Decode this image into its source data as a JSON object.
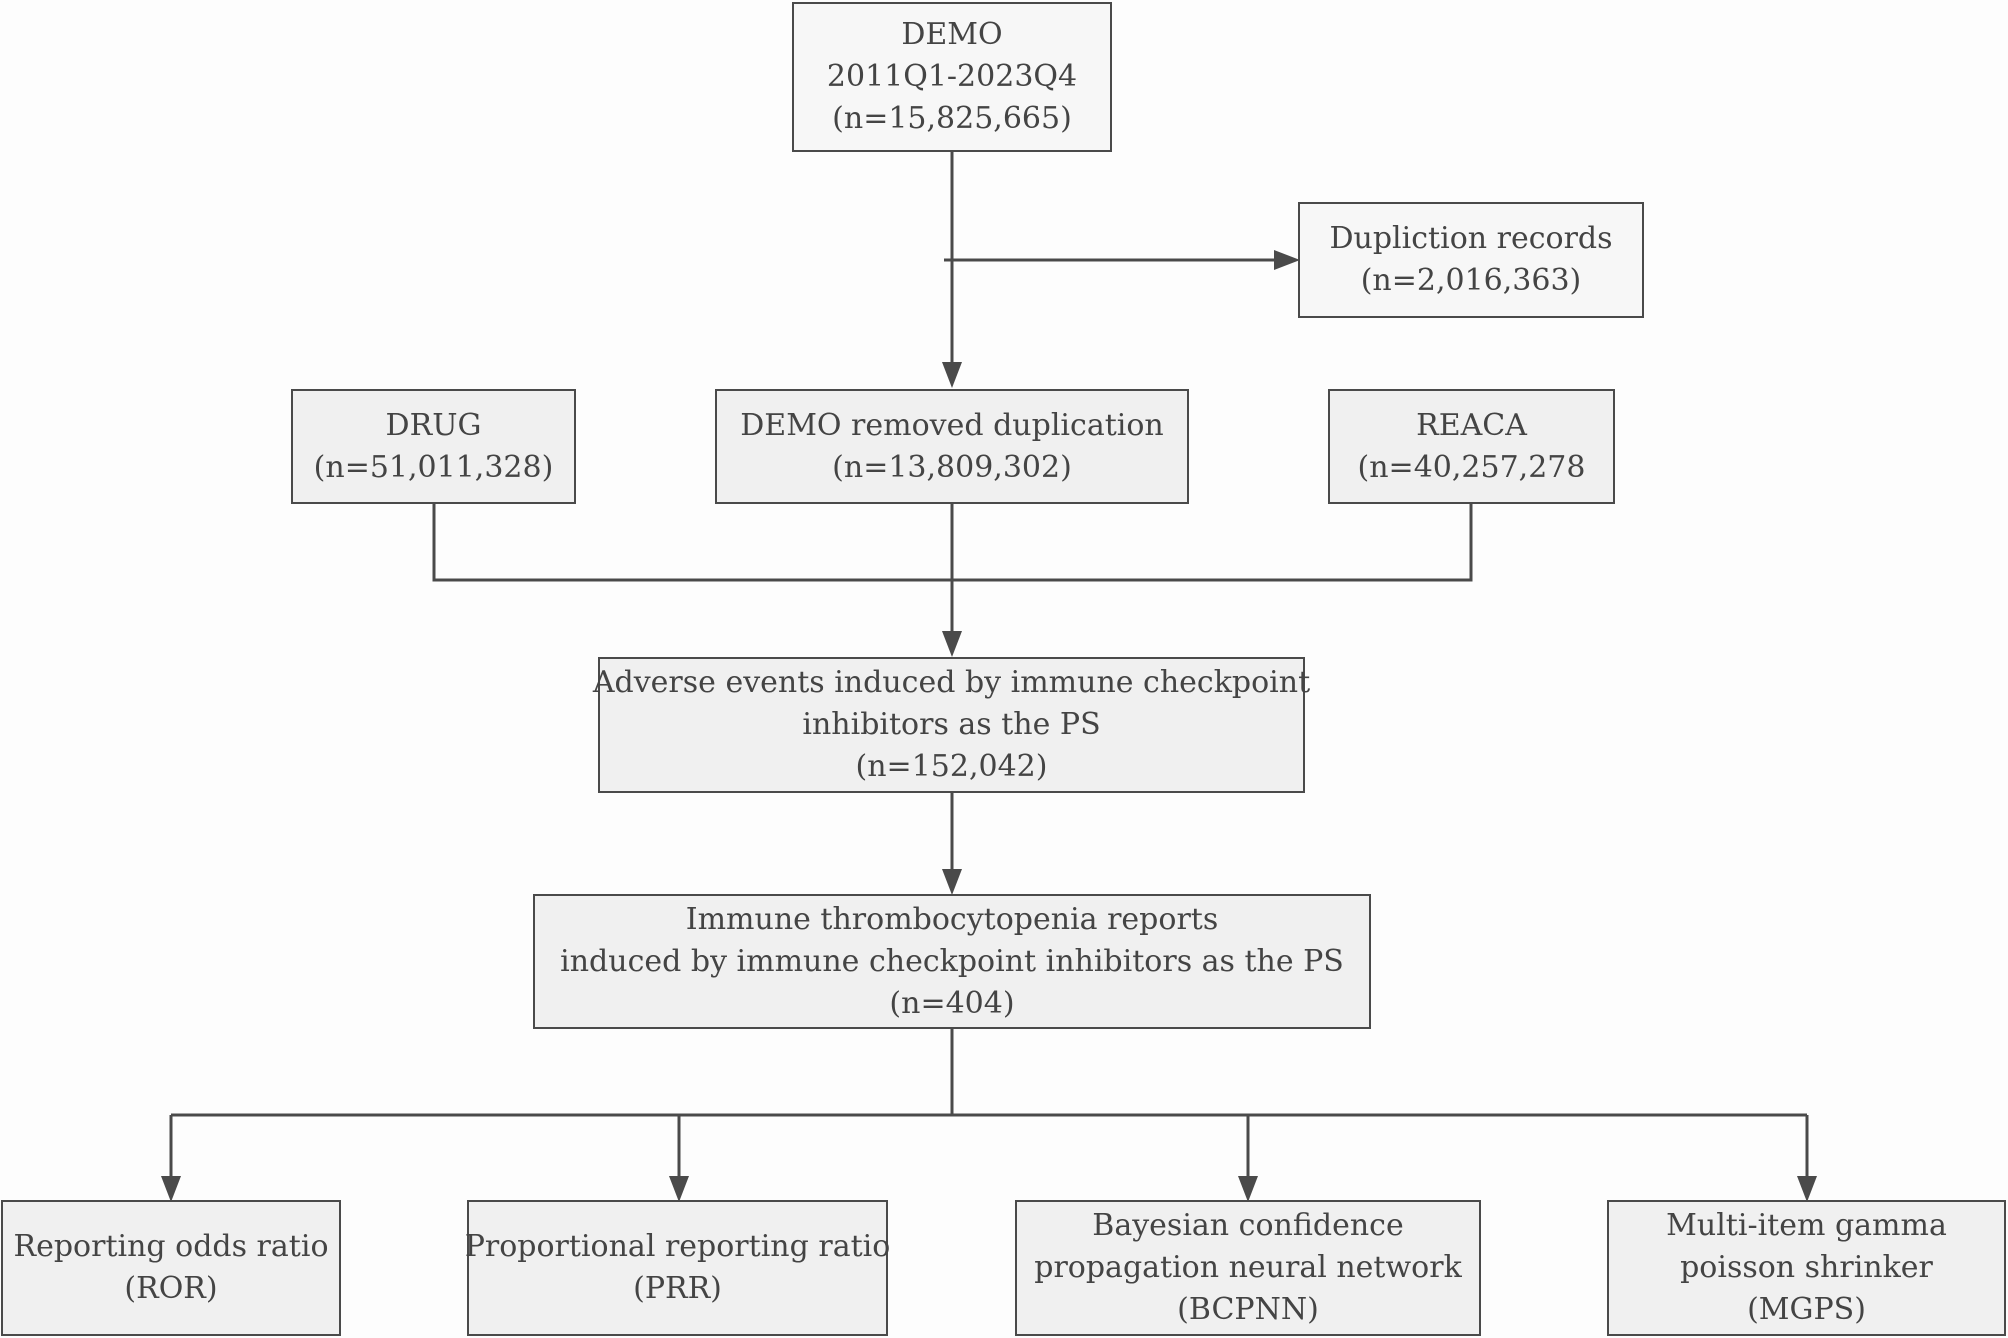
{
  "nodes": {
    "demo": [
      "DEMO",
      "2011Q1-2023Q4",
      "(n=15,825,665)"
    ],
    "duplication": [
      "Dupliction records",
      "(n=2,016,363)"
    ],
    "drug": [
      "DRUG",
      "(n=51,011,328)"
    ],
    "demo_removed": [
      "DEMO removed duplication",
      "(n=13,809,302)"
    ],
    "reaca": [
      "REACA",
      "(n=40,257,278"
    ],
    "adverse_events": [
      "Adverse events induced by immune checkpoint",
      "inhibitors as the PS",
      "(n=152,042)"
    ],
    "itp_reports": [
      "Immune thrombocytopenia reports",
      "induced by immune checkpoint inhibitors as the PS",
      "(n=404)"
    ],
    "ror": [
      "Reporting odds ratio",
      "(ROR)"
    ],
    "prr": [
      "Proportional reporting ratio",
      "(PRR)"
    ],
    "bcpnn": [
      "Bayesian confidence",
      "propagation neural network",
      "(BCPNN)"
    ],
    "mgps": [
      "Multi-item gamma",
      "poisson shrinker",
      "(MGPS)"
    ]
  },
  "colors": {
    "line": "#4a4a4a",
    "box_fill": "#f0f0f0",
    "text": "#444444"
  }
}
